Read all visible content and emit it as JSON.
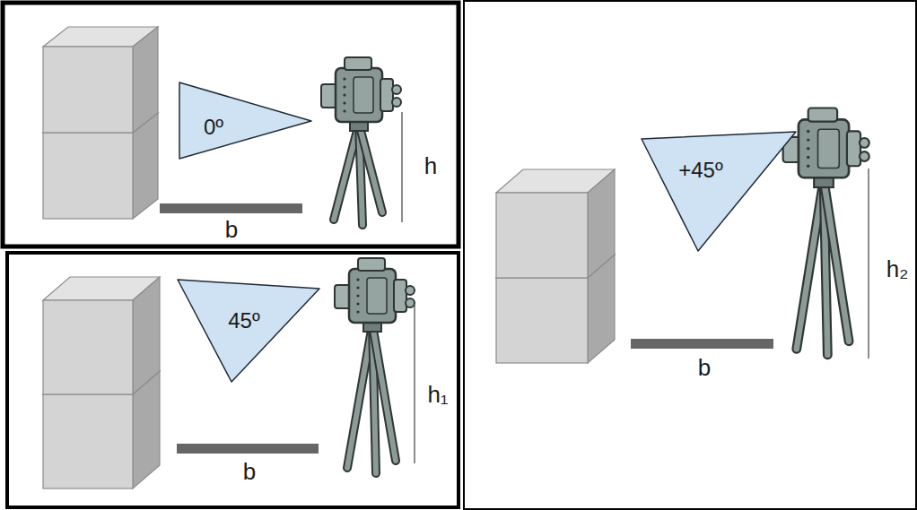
{
  "diagram": {
    "nodes": [
      {
        "text": [
          "0º"
        ]
      },
      {
        "text": [
          "45º"
        ]
      },
      {
        "text": [
          "+45º"
        ]
      }
    ],
    "labels": [
      "h",
      "b",
      "h₁",
      "b",
      "h₂",
      "b"
    ]
  }
}
